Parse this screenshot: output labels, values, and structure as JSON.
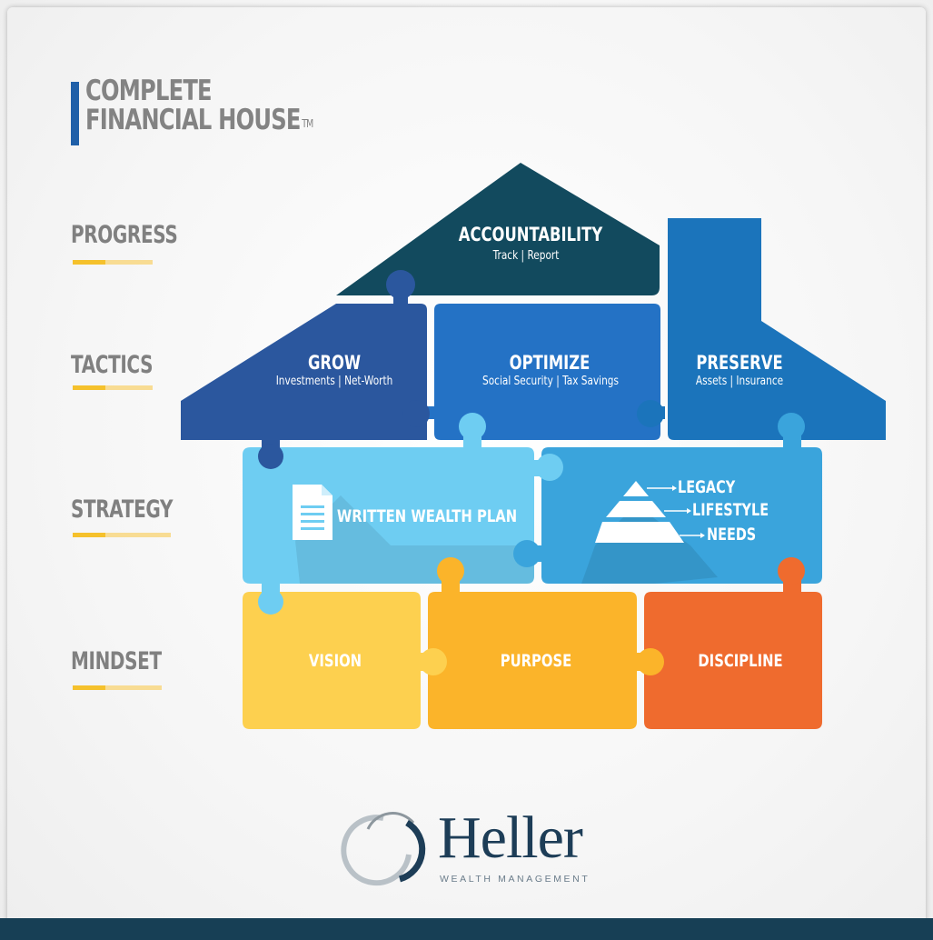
{
  "title": {
    "line1": "COMPLETE",
    "line2": "FINANCIAL HOUSE",
    "trademark": "TM"
  },
  "rows": [
    {
      "label": "PROGRESS"
    },
    {
      "label": "TACTICS"
    },
    {
      "label": "STRATEGY"
    },
    {
      "label": "MINDSET"
    }
  ],
  "pieces": {
    "accountability": {
      "title": "ACCOUNTABILITY",
      "subtitle": "Track | Report",
      "color": "#124a5e"
    },
    "grow": {
      "title": "GROW",
      "subtitle": "Investments | Net-Worth",
      "color": "#2b579e"
    },
    "optimize": {
      "title": "OPTIMIZE",
      "subtitle": "Social Security | Tax Savings",
      "color": "#2472c5"
    },
    "preserve": {
      "title": "PRESERVE",
      "subtitle": "Assets | Insurance",
      "color": "#1b74bb"
    },
    "wealth_plan": {
      "title": "WRITTEN WEALTH PLAN",
      "color": "#6ecdf2",
      "icon": "document-icon"
    },
    "pyramid": {
      "items": [
        "LEGACY",
        "LIFESTYLE",
        "NEEDS"
      ],
      "color": "#3aa4dc",
      "icon": "pyramid-icon"
    },
    "vision": {
      "title": "VISION",
      "color": "#fdd04f"
    },
    "purpose": {
      "title": "PURPOSE",
      "color": "#fbb42a"
    },
    "discipline": {
      "title": "DISCIPLINE",
      "color": "#ef6b2e"
    }
  },
  "logo": {
    "name": "Heller",
    "tagline": "WEALTH MANAGEMENT"
  },
  "colors": {
    "label_gray": "#808080",
    "underline_gold": "#f5c12c",
    "underline_light": "#f8dc93",
    "footer": "#173f55"
  }
}
